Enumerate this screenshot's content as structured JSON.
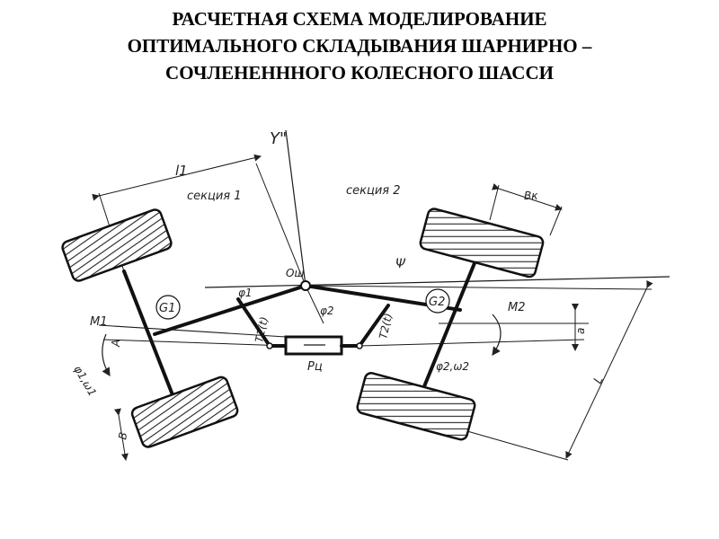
{
  "title": {
    "line1": "РАСЧЕТНАЯ СХЕМА МОДЕЛИРОВАНИЕ",
    "line2": "ОПТИМАЛЬНОГО СКЛАДЫВАНИЯ ШАРНИРНО –",
    "line3": "СОЧЛЕНЕНННОГО КОЛЕСНОГО ШАССИ"
  },
  "diagram": {
    "axis_y": "Y\"",
    "l1": "l1",
    "section1": "секция 1",
    "section2": "секция 2",
    "bk": "Bк",
    "o_point": "Oш",
    "psi": "Ψ",
    "phi1": "φ1",
    "phi2": "φ2",
    "g1": "G1",
    "g2": "G2",
    "t1": "T1(t)",
    "t2": "T2(t)",
    "m1": "M1",
    "m2": "M2",
    "a_upper": "A",
    "a_lower": "a",
    "pts": "Pц",
    "phi1_omega1": "φ1,ω1",
    "phi2_omega2": "φ2,ω2",
    "b": "B",
    "l": "L"
  }
}
